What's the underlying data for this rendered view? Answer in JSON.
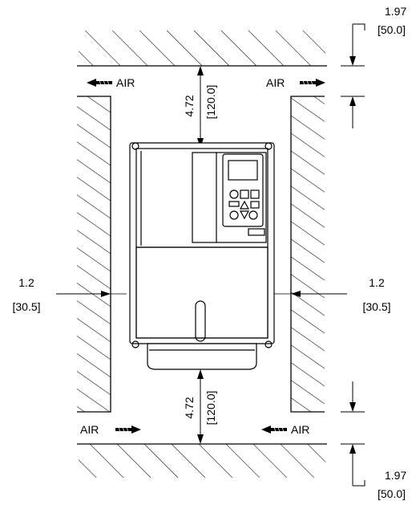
{
  "colors": {
    "line": "#000000",
    "background": "#ffffff"
  },
  "dimensions": {
    "top_gap_in": "1.97",
    "top_gap_mm": "[50.0]",
    "bottom_gap_in": "1.97",
    "bottom_gap_mm": "[50.0]",
    "upper_clearance_in": "4.72",
    "upper_clearance_mm": "[120.0]",
    "lower_clearance_in": "4.72",
    "lower_clearance_mm": "[120.0]",
    "left_side_in": "1.2",
    "left_side_mm": "[30.5]",
    "right_side_in": "1.2",
    "right_side_mm": "[30.5]"
  },
  "airflow": {
    "top_left": "AIR",
    "top_right": "AIR",
    "bottom_left": "AIR",
    "bottom_right": "AIR"
  }
}
